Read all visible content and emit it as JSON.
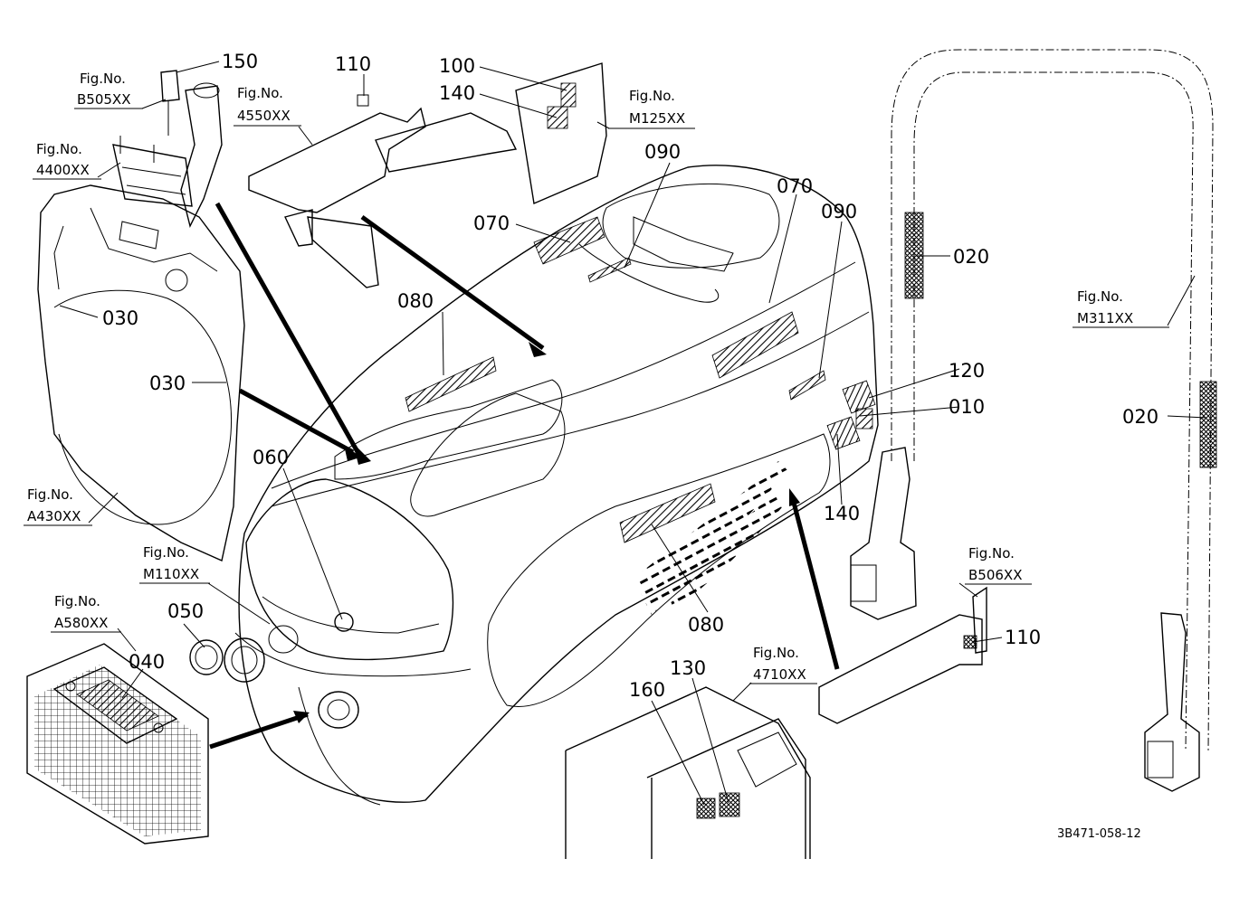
{
  "callouts": {
    "c150": "150",
    "c110a": "110",
    "c100": "100",
    "c140a": "140",
    "c090a": "090",
    "c070a": "070",
    "c070b": "070",
    "c090b": "090",
    "c020a": "020",
    "c020b": "020",
    "c030a": "030",
    "c030b": "030",
    "c080a": "080",
    "c080b": "080",
    "c060": "060",
    "c120": "120",
    "c010": "010",
    "c140b": "140",
    "c050": "050",
    "c040": "040",
    "c110b": "110",
    "c160": "160",
    "c130": "130"
  },
  "figrefs": {
    "f_b505": {
      "label": "Fig.No.",
      "code": "B505XX"
    },
    "f_4550": {
      "label": "Fig.No.",
      "code": "4550XX"
    },
    "f_m125": {
      "label": "Fig.No.",
      "code": "M125XX"
    },
    "f_4400": {
      "label": "Fig.No.",
      "code": "4400XX"
    },
    "f_m311": {
      "label": "Fig.No.",
      "code": "M311XX"
    },
    "f_a430": {
      "label": "Fig.No.",
      "code": "A430XX"
    },
    "f_m110": {
      "label": "Fig.No.",
      "code": "M110XX"
    },
    "f_a580": {
      "label": "Fig.No.",
      "code": "A580XX"
    },
    "f_b506": {
      "label": "Fig.No.",
      "code": "B506XX"
    },
    "f_4710": {
      "label": "Fig.No.",
      "code": "4710XX"
    }
  },
  "drawing_code": "3B471-058-12"
}
